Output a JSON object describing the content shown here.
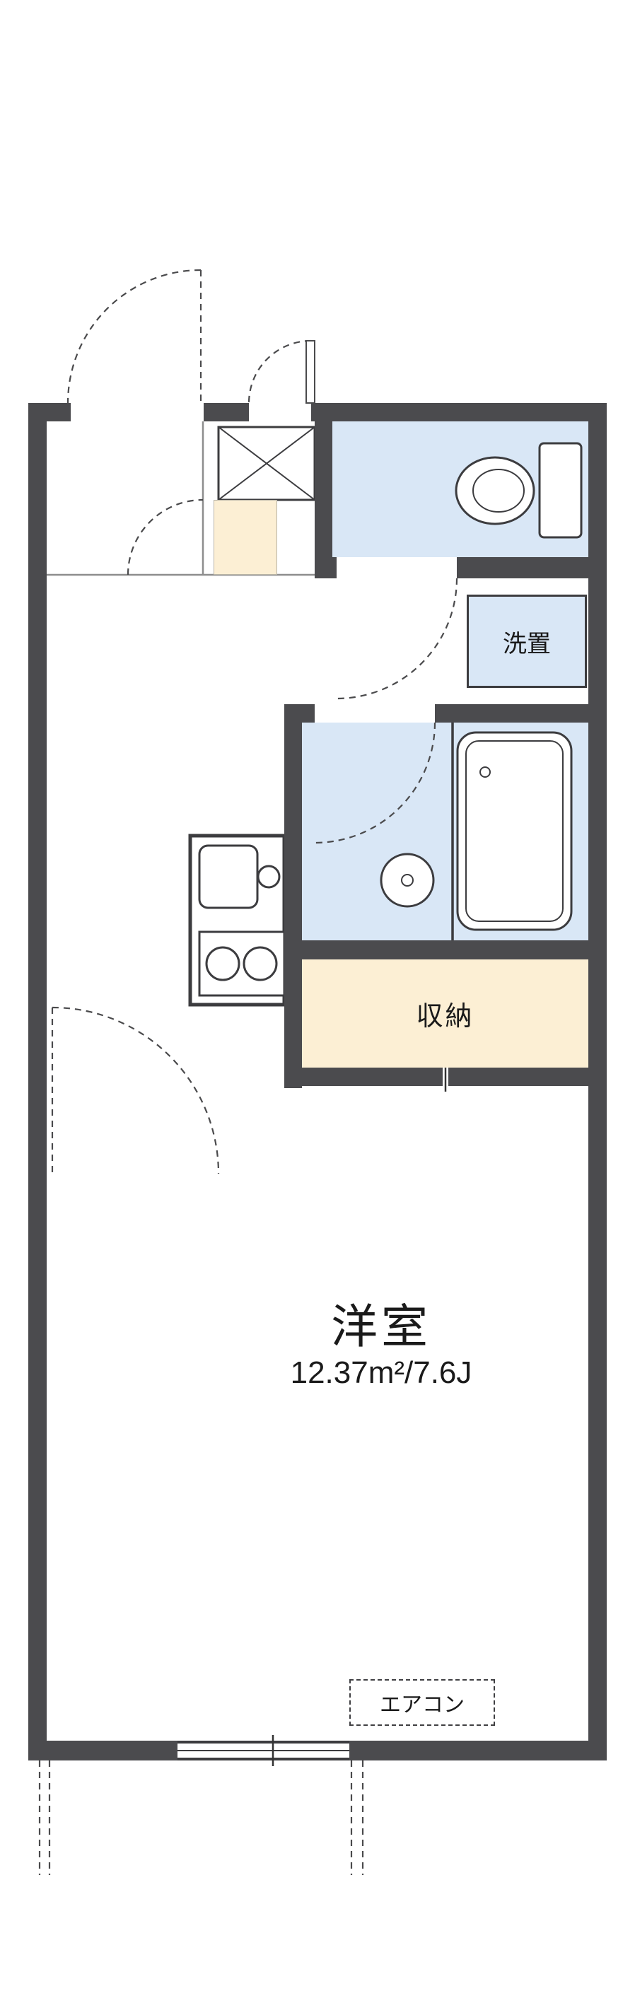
{
  "floorplan": {
    "type": "floor-plan",
    "labels": {
      "main_room_name": "洋室",
      "main_room_area": "12.37m²/7.6J",
      "closet": "収納",
      "washer": "洗置",
      "aircon": "エアコン"
    },
    "measurements": {
      "area_sqm": "12.37",
      "layout_tatami": "7.6J"
    },
    "colors": {
      "wall": "#4b4b4e",
      "water": "#d9e7f6",
      "cream": "#fcefd4",
      "line": "#3c3c3f",
      "background": "#ffffff",
      "text": "#1a1a1a"
    },
    "fixtures": [
      "entrance-door",
      "shoe-cabinet",
      "toilet",
      "washing-machine-space",
      "bathtub",
      "washbasin-drain",
      "kitchen-sink",
      "stove-burners",
      "closet",
      "air-conditioner",
      "window",
      "balcony-partition"
    ]
  }
}
